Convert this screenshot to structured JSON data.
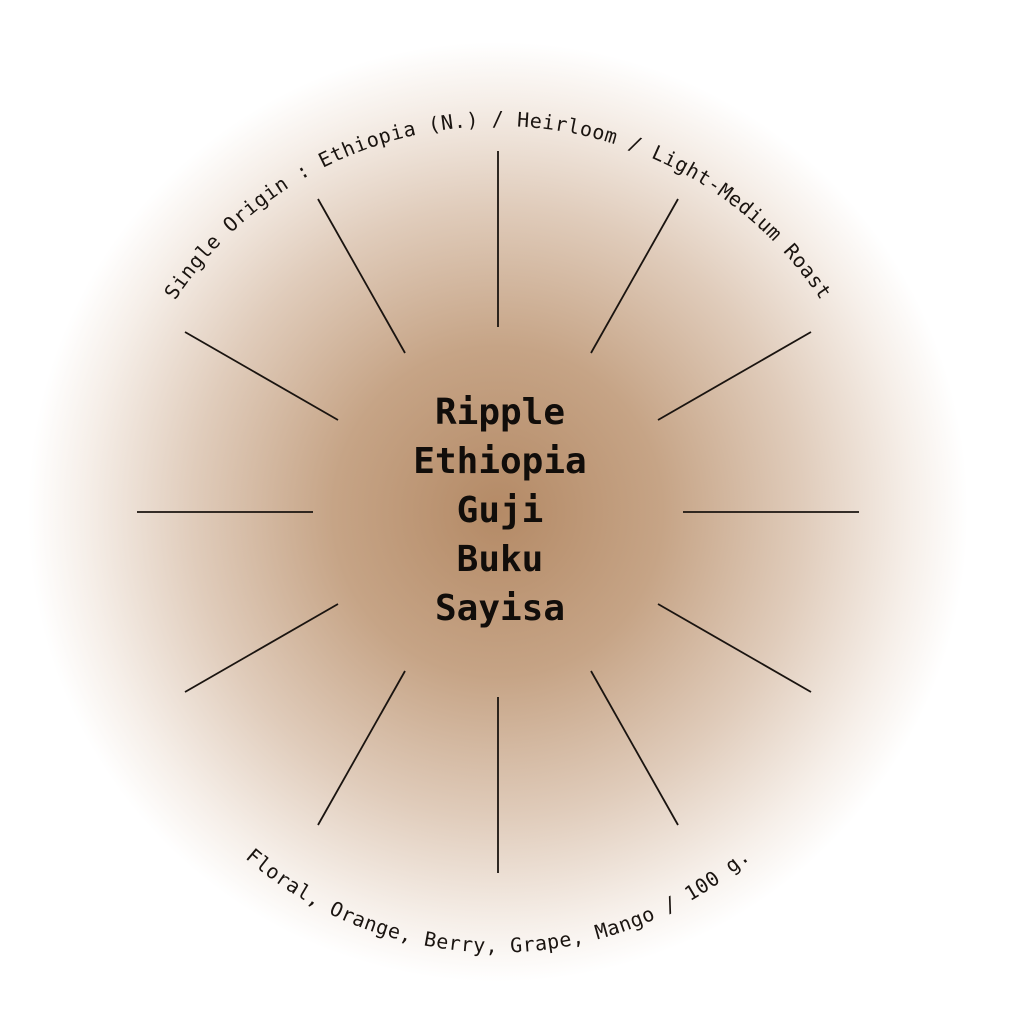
{
  "label": {
    "top_arc_text": "Single Origin : Ethiopia (N.) / Heirloom / Light-Medium Roast",
    "bottom_arc_text": "Floral, Orange, Berry, Grape, Mango / 100 g.",
    "title_lines": [
      "Ripple",
      "Ethiopia",
      "Guji",
      "Buku",
      "Sayisa"
    ]
  },
  "colors": {
    "center": "#b48a66",
    "mid": "#d8c0aa",
    "edge": "#ffffff",
    "ink": "#1a1410"
  }
}
